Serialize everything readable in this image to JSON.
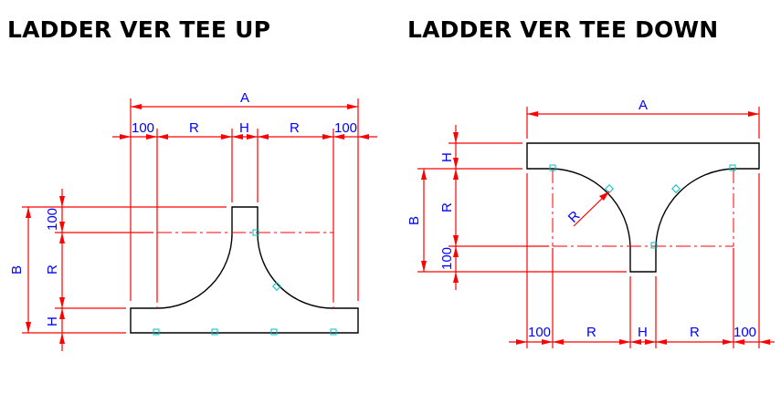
{
  "titles": {
    "left": "LADDER VER TEE UP",
    "right": "LADDER VER TEE DOWN"
  },
  "tee_up": {
    "labels": {
      "A": "A",
      "B": "B",
      "top_100_left": "100",
      "top_R_left": "R",
      "top_H": "H",
      "top_R_right": "R",
      "top_100_right": "100",
      "side_100": "100",
      "side_R": "R",
      "side_H": "H"
    }
  },
  "tee_down": {
    "labels": {
      "A": "A",
      "B": "B",
      "side_H": "H",
      "side_R": "R",
      "side_100": "100",
      "radius_R": "R",
      "bottom_100_left": "100",
      "bottom_R_left": "R",
      "bottom_H": "H",
      "bottom_R_right": "R",
      "bottom_100_right": "100"
    }
  },
  "colors": {
    "dimension": "#ff0000",
    "label": "#0000ff",
    "outline": "#000000",
    "grip": "#00c0c0"
  }
}
